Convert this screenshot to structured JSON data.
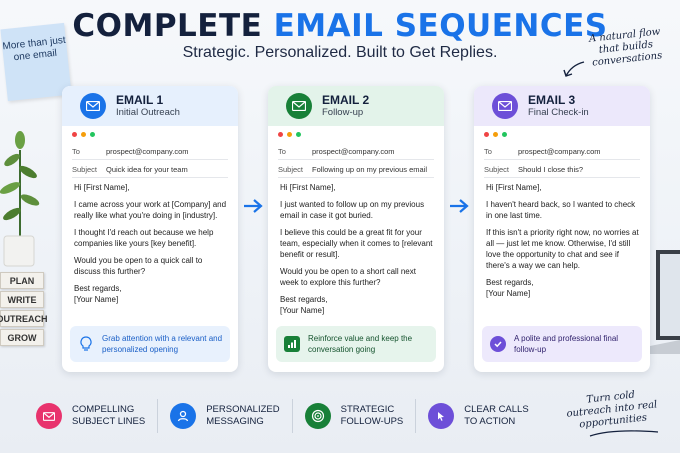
{
  "header": {
    "title_part1": "COMPLETE",
    "title_part2": "EMAIL SEQUENCES",
    "subtitle": "Strategic. Personalized. Built to Get Replies."
  },
  "notes": {
    "sticky": "More than just one email",
    "top_right": "A natural flow that builds conversations",
    "bottom_right": "Turn cold outreach into real opportunities"
  },
  "blocks": [
    "PLAN",
    "WRITE",
    "OUTREACH",
    "GROW"
  ],
  "emails": [
    {
      "label": "EMAIL 1",
      "sub": "Initial Outreach",
      "to_key": "To",
      "to": "prospect@company.com",
      "subject_key": "Subject",
      "subject": "Quick idea for your team",
      "body": [
        "Hi [First Name],",
        "I came across your work at [Company] and really like what you're doing in [industry].",
        "I thought I'd reach out because we help companies like yours [key benefit].",
        "Would you be open to a quick call to discuss this further?",
        "Best regards,\n[Your Name]"
      ],
      "callout": "Grab attention with a relevant and personalized opening",
      "accent": "#1a73e8",
      "head_bg": "#e6f0fd",
      "callout_bg": "#e8f1fd",
      "callout_color": "#1a5fc7"
    },
    {
      "label": "EMAIL 2",
      "sub": "Follow-up",
      "to_key": "To",
      "to": "prospect@company.com",
      "subject_key": "Subject",
      "subject": "Following up on my previous email",
      "body": [
        "Hi [First Name],",
        "I just wanted to follow up on my previous email in case it got buried.",
        "I believe this could be a great fit for your team, especially when it comes to [relevant benefit or result].",
        "Would you be open to a short call next week to explore this further?",
        "Best regards,\n[Your Name]"
      ],
      "callout": "Reinforce value and keep the conversation going",
      "accent": "#188038",
      "head_bg": "#e3f3ea",
      "callout_bg": "#e6f4ec",
      "callout_color": "#14532d"
    },
    {
      "label": "EMAIL 3",
      "sub": "Final Check-in",
      "to_key": "To",
      "to": "prospect@company.com",
      "subject_key": "Subject",
      "subject": "Should I close this?",
      "body": [
        "Hi [First Name],",
        "I haven't heard back, so I wanted to check in one last time.",
        "If this isn't a priority right now, no worries at all — just let me know. Otherwise, I'd still love the opportunity to chat and see if there's a way we can help.",
        "Best regards,\n[Your Name]"
      ],
      "callout": "A polite and professional final follow-up",
      "accent": "#6d4fd8",
      "head_bg": "#ece8fb",
      "callout_bg": "#ede9fc",
      "callout_color": "#2e1f6b"
    }
  ],
  "features": [
    {
      "text": "COMPELLING\nSUBJECT LINES",
      "color": "#e8336d",
      "icon": "envelope-icon"
    },
    {
      "text": "PERSONALIZED\nMESSAGING",
      "color": "#1a73e8",
      "icon": "person-icon"
    },
    {
      "text": "STRATEGIC\nFOLLOW-UPS",
      "color": "#188038",
      "icon": "target-icon"
    },
    {
      "text": "CLEAR CALLS\nTO ACTION",
      "color": "#6d4fd8",
      "icon": "cursor-icon"
    }
  ]
}
